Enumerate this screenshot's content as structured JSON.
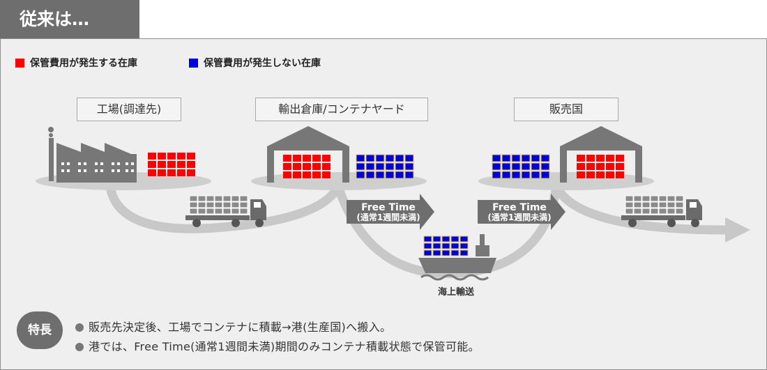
{
  "header": {
    "tab_title": "従来は…"
  },
  "legend": {
    "items": [
      {
        "label": "保管費用が発生する在庫",
        "color": "#ff0000"
      },
      {
        "label": "保管費用が発生しない在庫",
        "color": "#0000dd"
      }
    ]
  },
  "stages": [
    {
      "label": "工場(調達先)"
    },
    {
      "label": "輸出倉庫/コンテナヤード"
    },
    {
      "label": "販売国"
    }
  ],
  "free_time": [
    {
      "line1": "Free Time",
      "line2": "(通常1週間未満)"
    },
    {
      "line1": "Free Time",
      "line2": "(通常1週間未満)"
    }
  ],
  "sea_label": "海上輸送",
  "features": {
    "badge": "特長",
    "items": [
      "販売先決定後、工場でコンテナに積載→港(生産国)へ搬入。",
      "港では、Free Time(通常1週間未満)期間のみコンテナ積載状態で保管可能。"
    ]
  },
  "colors": {
    "charged_stock": "#ff0000",
    "free_stock": "#0000dd",
    "icon_gray": "#777777",
    "panel_bg": "#efefef"
  }
}
